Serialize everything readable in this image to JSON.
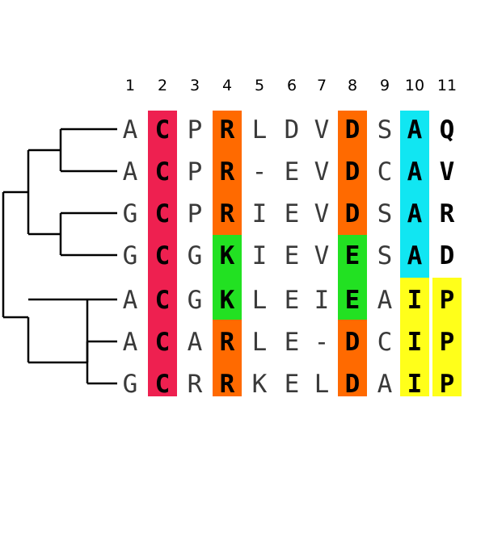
{
  "alignment": {
    "column_numbers": [
      "1",
      "2",
      "3",
      "4",
      "5",
      "6",
      "7",
      "8",
      "9",
      "10",
      "11"
    ],
    "sequences": [
      "ACPRLDVDSAQ",
      "ACPR-EVDCAV",
      "GCPRIEVDSAR",
      "GCGKIEVESAD",
      "ACGKLEIEAIP",
      "ACARLE-DCIP",
      "GCRRKELDAIP"
    ],
    "bold_columns": [
      2,
      4,
      8,
      10,
      11
    ]
  },
  "highlights": [
    {
      "column": 2,
      "rows": [
        1,
        7
      ],
      "color": "#ee2050"
    },
    {
      "column": 4,
      "rows": [
        1,
        3
      ],
      "color": "#ff6a00"
    },
    {
      "column": 4,
      "rows": [
        4,
        5
      ],
      "color": "#22e122"
    },
    {
      "column": 4,
      "rows": [
        6,
        7
      ],
      "color": "#ff6a00"
    },
    {
      "column": 8,
      "rows": [
        1,
        3
      ],
      "color": "#ff6a00"
    },
    {
      "column": 8,
      "rows": [
        4,
        5
      ],
      "color": "#22e122"
    },
    {
      "column": 8,
      "rows": [
        6,
        7
      ],
      "color": "#ff6a00"
    },
    {
      "column": 10,
      "rows": [
        1,
        4
      ],
      "color": "#11e6f2"
    },
    {
      "column": 10,
      "rows": [
        5,
        7
      ],
      "color": "#ffff1a"
    },
    {
      "column": 11,
      "rows": [
        5,
        7
      ],
      "color": "#ffff1a"
    }
  ],
  "tree": {
    "newick": "(((1,2),(3,4)),(5,(6,7)))"
  }
}
